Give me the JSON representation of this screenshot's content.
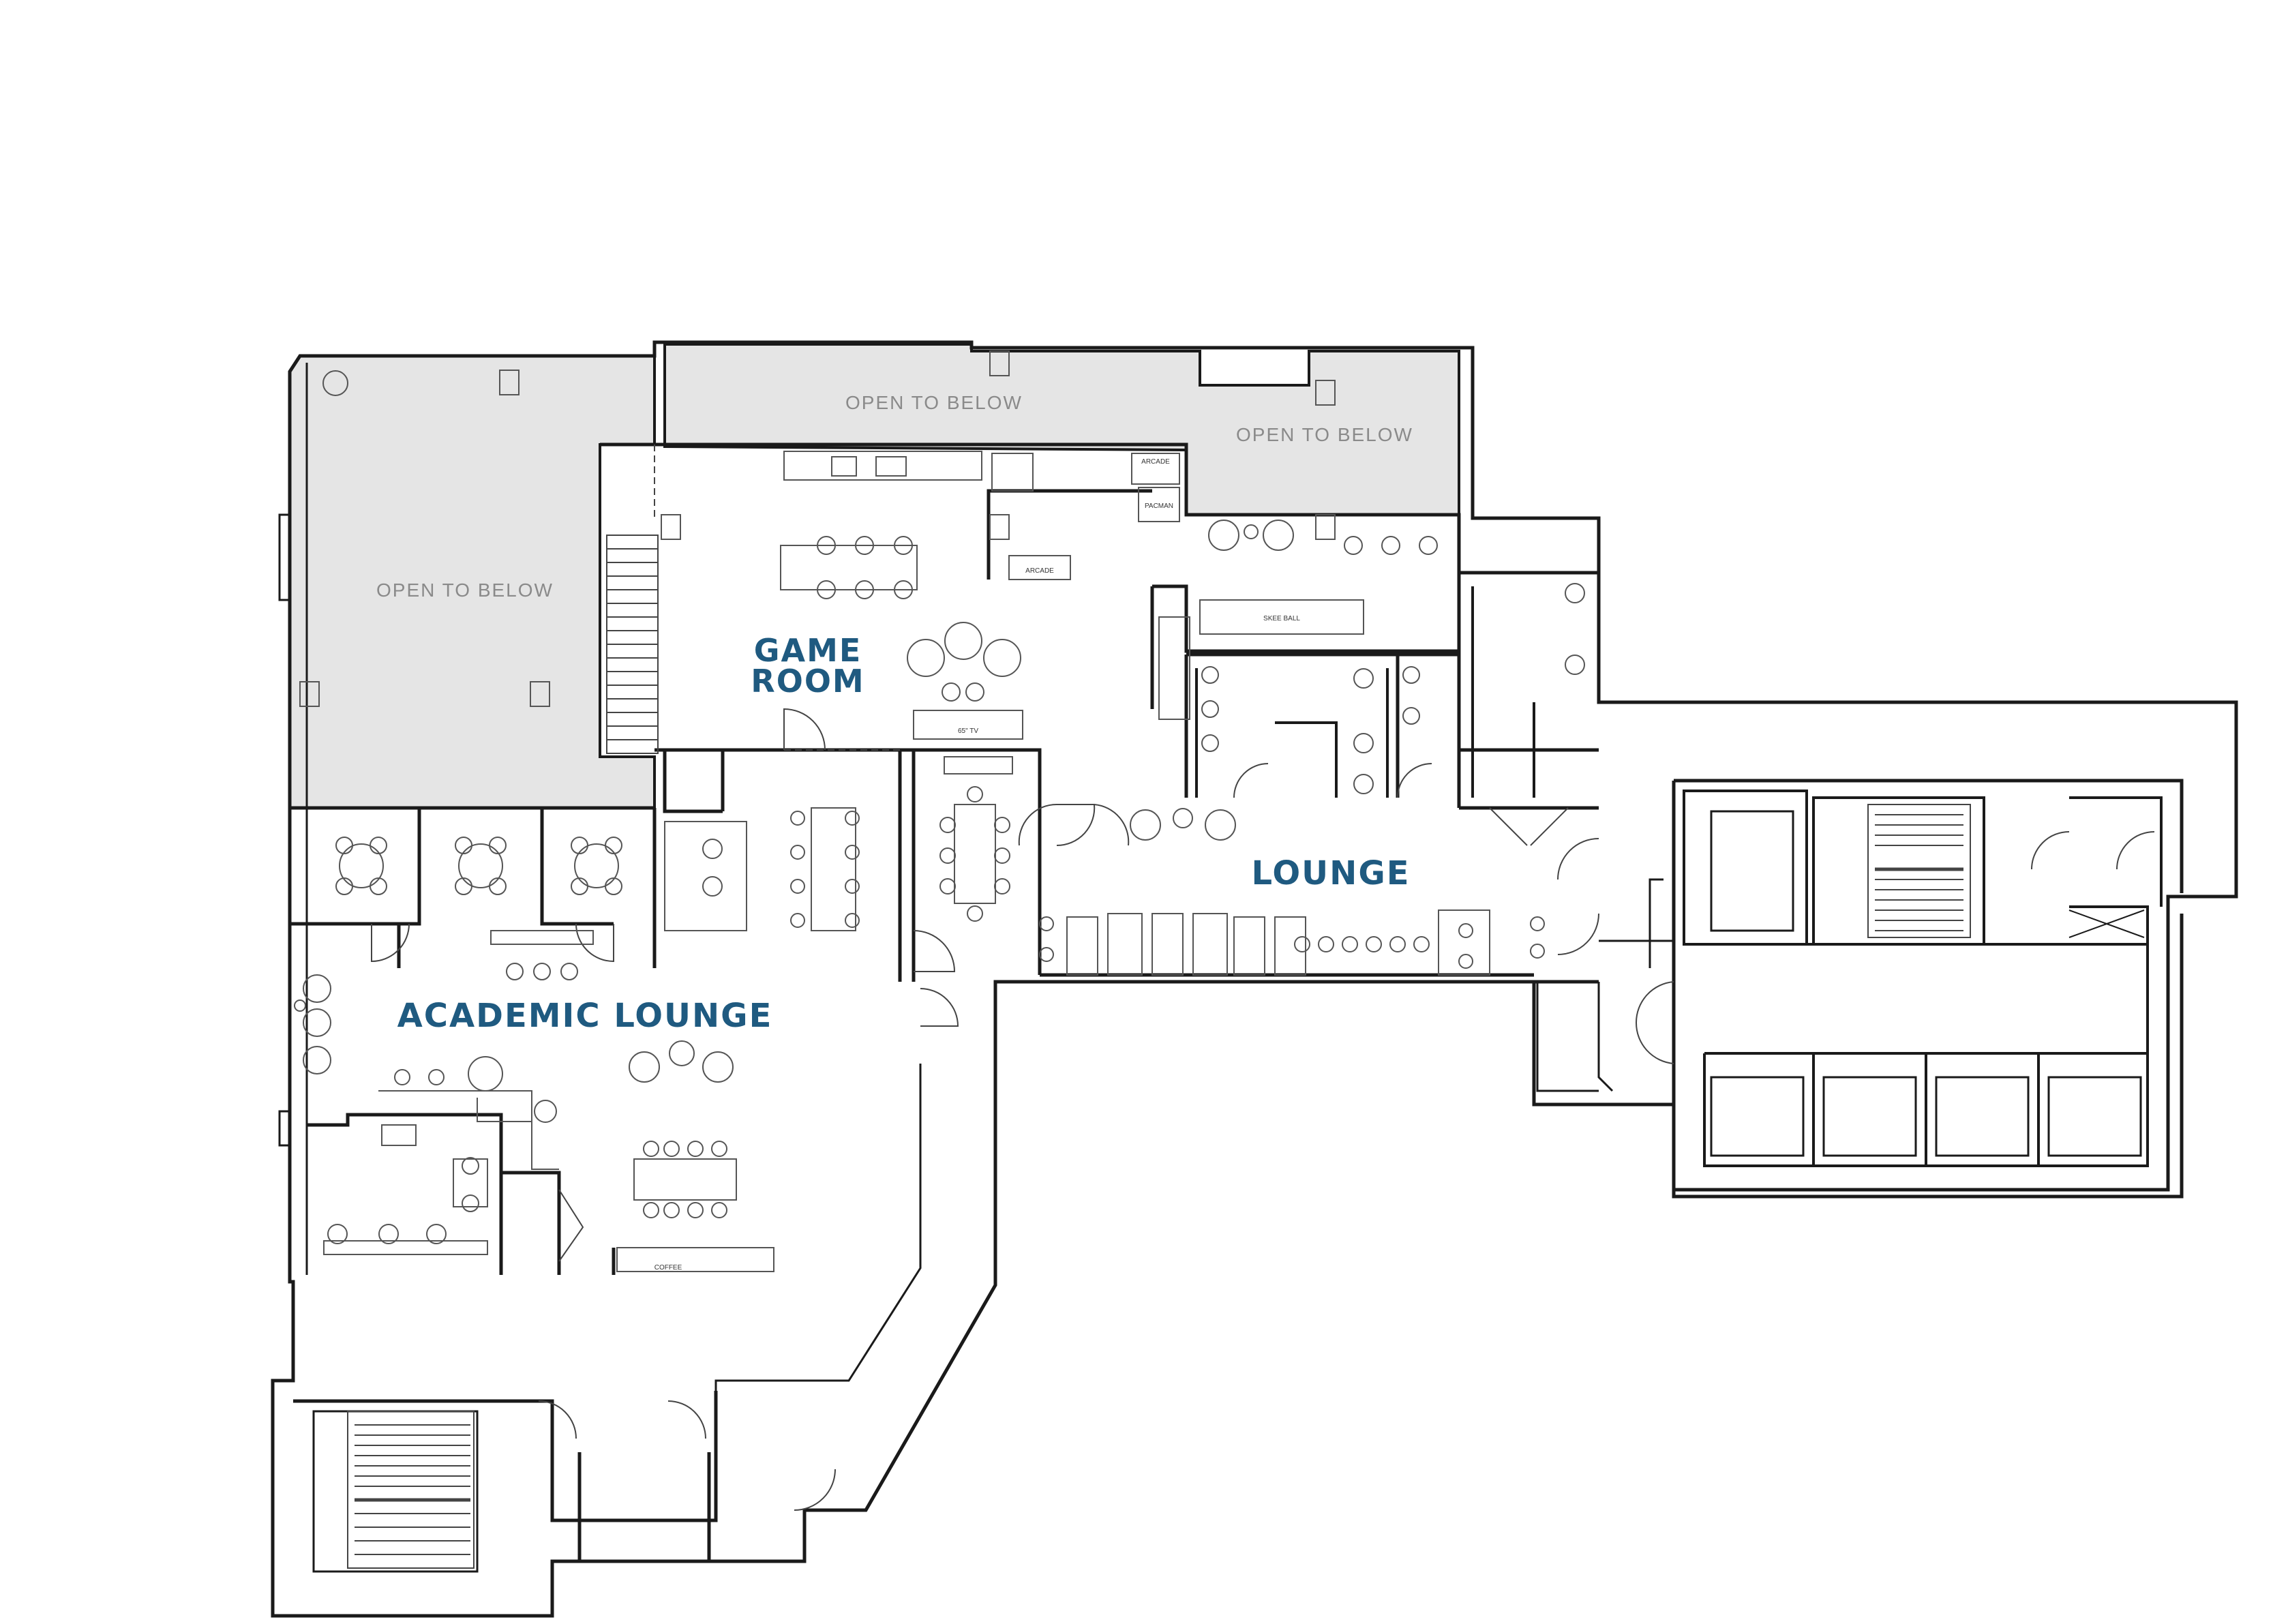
{
  "colors": {
    "wall": "#1a1a1a",
    "open_fill": "#e5e5e5",
    "label": "#1f5a80",
    "otb_text": "#8a8a8a",
    "furniture": "#555555"
  },
  "labels": {
    "game_room_line1": "GAME",
    "game_room_line2": "ROOM",
    "lounge": "LOUNGE",
    "academic_lounge": "ACADEMIC LOUNGE",
    "open_to_below_1": "OPEN TO BELOW",
    "open_to_below_2": "OPEN TO BELOW",
    "open_to_below_3": "OPEN TO BELOW"
  },
  "fixtures": {
    "arcade_1": "ARCADE",
    "arcade_2": "ARCADE",
    "pacman": "PACMAN",
    "skee_ball": "SKEE BALL",
    "tv": "65\" TV",
    "coffee": "COFFEE"
  }
}
